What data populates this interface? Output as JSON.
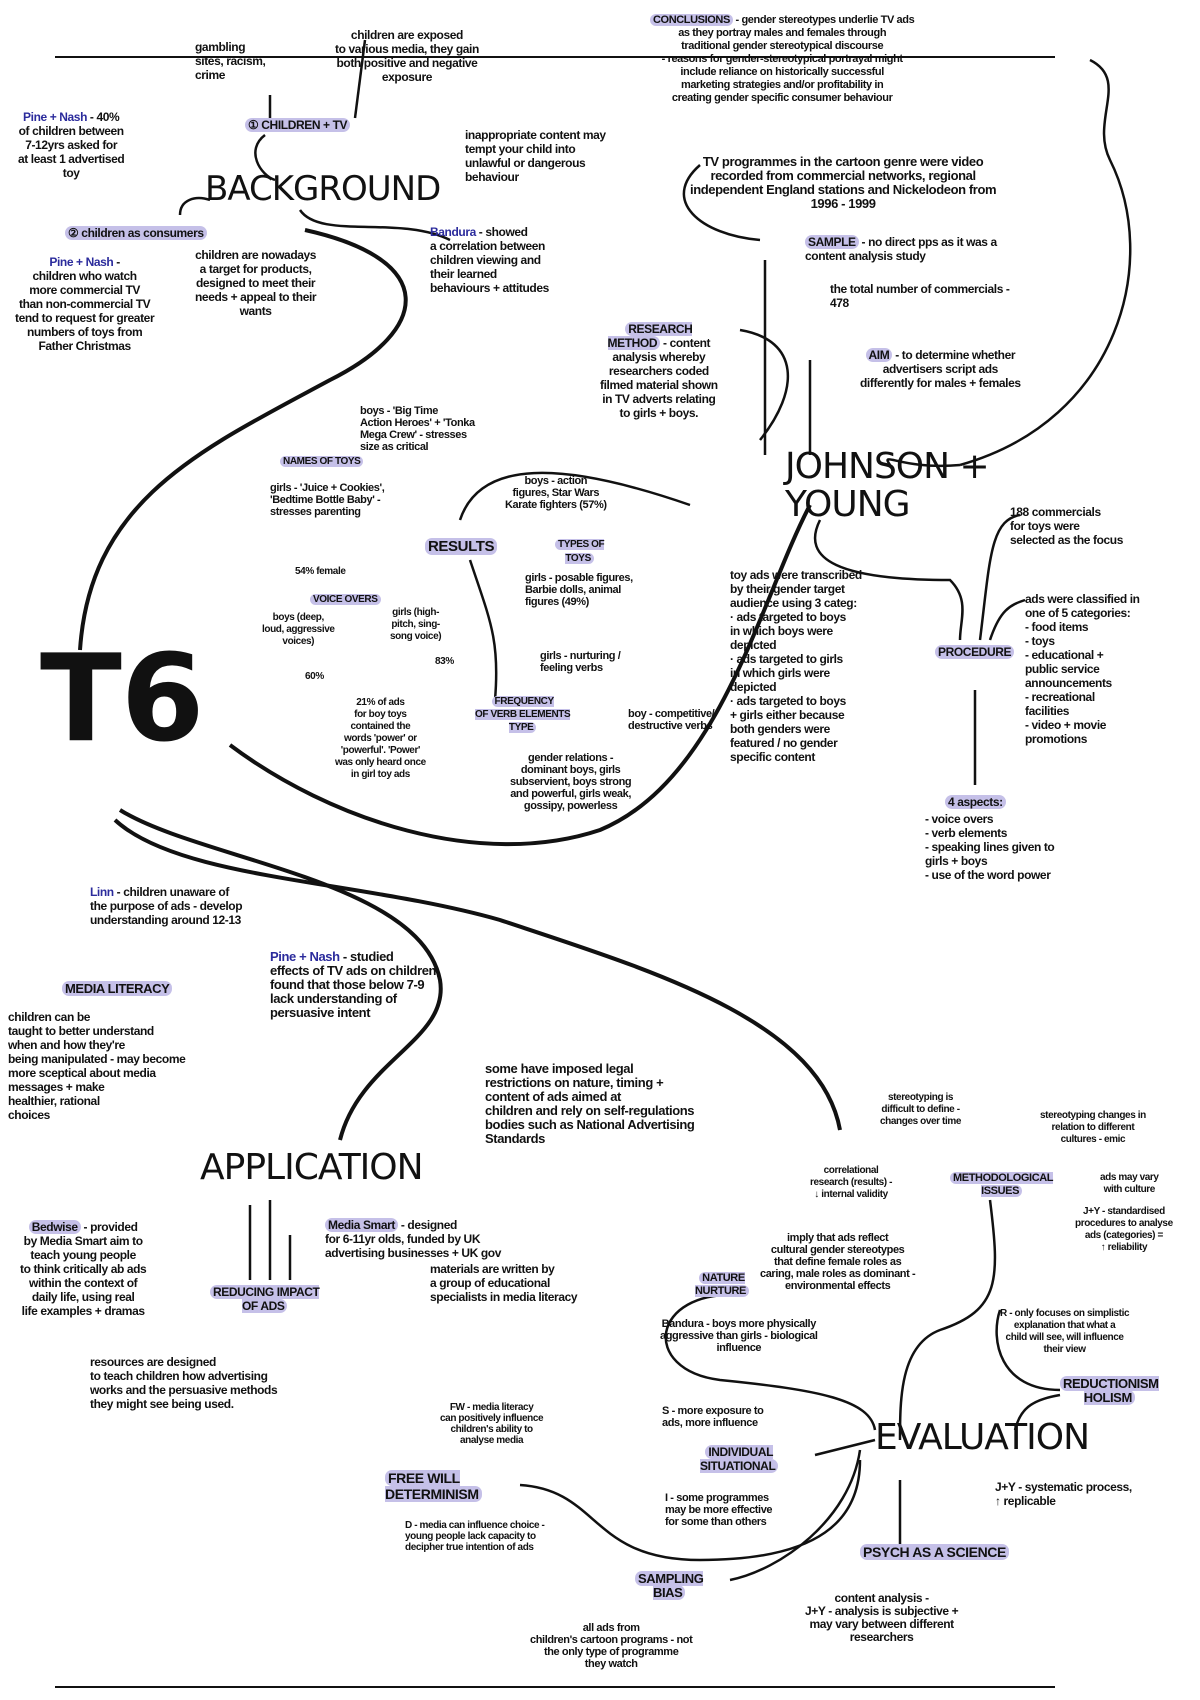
{
  "title": "T6",
  "background": {
    "heading": "BACKGROUND",
    "gambling": "gambling\nsites, racism,\ncrime",
    "exposed": "children are exposed\nto various media, they gain\nboth positive and negative\nexposure",
    "children_tv": "① children + TV",
    "inappropriate": "inappropriate content may\ntempt your child into\nunlawful or dangerous\nbehaviour",
    "pine_nash_1_name": "Pine + Nash",
    "pine_nash_1_text": " - 40%\nof children between\n7-12yrs asked for\nat least 1 advertised\ntoy",
    "children_consumers": "② children as consumers",
    "pine_nash_2_name": "Pine + Nash",
    "pine_nash_2_text": " -\nchildren who watch\nmore commercial TV\nthan non-commercial TV\ntend to request for greater\nnumbers of toys from\nFather Christmas",
    "nowadays": "children are nowadays\na target for products,\ndesigned to meet their\nneeds + appeal to their\nwants",
    "bandura_name": "Bandura",
    "bandura_text": " - showed\na correlation between\nchildren viewing and\ntheir learned\nbehaviours + attitudes"
  },
  "johnson_young": {
    "heading": "JOHNSON +\nYOUNG",
    "conclusions_label": "Conclusions",
    "conclusions_text": " - gender stereotypes underlie TV ads\nas they portray males and females through\ntraditional gender stereotypical discourse\n- reasons for gender-stereotypical portrayal might\ninclude reliance on historically successful\nmarketing strategies and/or profitability in\ncreating gender specific consumer behaviour",
    "tv_programmes": "TV programmes in the cartoon genre were video\nrecorded from commercial networks, regional\nindependent England stations and Nickelodeon from\n1996 - 1999",
    "sample_label": "Sample",
    "sample_text": " - no direct pps as it was a\ncontent analysis study",
    "total": "the total number of commercials -\n478",
    "method_label": "Research\nMethod",
    "method_text": " - content\nanalysis whereby\nresearchers coded\nfilmed material shown\nin TV adverts relating\nto girls + boys.",
    "aim_label": "Aim",
    "aim_text": " - to determine whether\nadvertisers script ads\ndifferently for males + females",
    "commercials_188": "188 commercials\nfor toys were\nselected as the focus",
    "transcribed": "toy ads were transcribed\nby their gender target\naudience using 3 categ:\n· ads targeted to boys\nin which boys were\ndepicted\n· ads targeted to girls\nin which girls were\ndepicted\n· ads targeted to boys\n+ girls either because\nboth genders were\nfeatured / no gender\nspecific content",
    "procedure": "Procedure",
    "classified": "ads were classified in\none of 5 categories:\n- food items\n- toys\n- educational +\npublic service\nannouncements\n- recreational\nfacilities\n- video + movie\npromotions",
    "aspects_label": "4 aspects:",
    "aspects": "- voice overs\n- verb elements\n- speaking lines given to\ngirls + boys\n- use of the word power",
    "results": "Results",
    "names_of_toys": "Names of toys",
    "boys_names": "boys - 'Big Time\nAction Heroes' + 'Tonka\nMega Crew' - stresses\nsize as critical",
    "girls_names": "girls - 'Juice + Cookies',\n'Bedtime Bottle Baby' -\nstresses parenting",
    "boys_toys": "boys - action\nfigures, Star Wars\nKarate fighters (57%)",
    "types_of_toys": "Types of\ntoys",
    "girls_toys": "girls - posable figures,\nBarbie dolls, animal\nfigures (49%)",
    "female_54": "54% female",
    "voice_overs": "Voice overs",
    "boys_voice": "boys (deep,\nloud, aggressive\nvoices)",
    "pct_60": "60%",
    "girls_voice": "girls (high-\npitch, sing-\nsong voice)",
    "pct_83": "83%",
    "girls_verbs": "girls - nurturing /\nfeeling verbs",
    "frequency": "Frequency\nof verb elements\ntype",
    "boy_verbs": "boy - competitive/\ndestructive verbs",
    "gender_relations": "gender relations -\ndominant boys, girls\nsubservient, boys strong\nand powerful, girls weak,\ngossipy, powerless",
    "power_21": "21% of ads\nfor boy toys\ncontained the\nwords 'power' or\n'powerful'. 'Power'\nwas only heard once\nin girl toy ads"
  },
  "application": {
    "heading": "APPLICATION",
    "linn_name": "Linn",
    "linn_text": " - children unaware of\nthe purpose of ads - develop\nunderstanding around 12-13",
    "pine_nash_name": "Pine + Nash",
    "pine_nash_text": " - studied\neffects of TV ads on children,\nfound that those below 7-9\nlack understanding of\npersuasive intent",
    "media_literacy": "Media literacy",
    "taught": "children can be\ntaught to better understand\nwhen and how they're\nbeing manipulated - may become\nmore sceptical about media\nmessages + make\nhealthier, rational\nchoices",
    "legal": "some have imposed legal\nrestrictions on nature, timing +\ncontent of ads aimed at\nchildren and rely on self-regulations\nbodies such as National Advertising\nStandards",
    "bedwise_name": "Bedwise",
    "bedwise_text": " - provided\nby Media Smart aim to\nteach young people\nto think critically ab ads\nwithin the context of\ndaily life, using real\nlife examples + dramas",
    "reducing": "Reducing impact\nof ads",
    "media_smart_name": "Media Smart",
    "media_smart_text": " - designed\nfor 6-11yr olds, funded by UK\nadvertising businesses + UK gov",
    "materials": "materials are written by\na group of educational\nspecialists in media literacy",
    "resources": "resources are designed\nto teach children how advertising\nworks and the persuasive methods\nthey might see being used."
  },
  "evaluation": {
    "heading": "EVALUATION",
    "stereo_difficult": "stereotyping is\ndifficult to define -\nchanges over time",
    "stereo_changes": "stereotyping changes in\nrelation to different\ncultures - emic",
    "correlational": "correlational\nresearch (results) -\n↓ internal validity",
    "methodological": "Methodological\nissues",
    "vary_culture": "ads may vary\nwith culture",
    "standardised": "J+Y - standardised\nprocedures to analyse\nads (categories) =\n↑ reliability",
    "imply": "imply that ads reflect\ncultural gender stereotypes\nthat define female roles as\ncaring, male roles as dominant -\nenvironmental effects",
    "nature_nurture": "Nature\nnurture",
    "bandura": "Bandura - boys more physically\naggressive than girls - biological\ninfluence",
    "r_only": "R - only focuses on simplistic\nexplanation that what a\nchild will see, will influence\ntheir view",
    "reductionism": "Reductionism\nholism",
    "s_more": "S - more exposure to\nads, more influence",
    "individual": "Individual\nsituational",
    "i_some": "I - some programmes\nmay be more effective\nfor some than others",
    "fw": "FW - media literacy\ncan positively influence\nchildren's ability to\nanalyse media",
    "free_will": "Free will\ndeterminism",
    "d_media": "D - media can influence choice -\nyoung people lack capacity to\ndecipher true intention of ads",
    "systematic": "J+Y - systematic process,\n↑ replicable",
    "sampling_bias": "Sampling\nbias",
    "all_ads": "all ads from\nchildren's cartoon programs - not\nthe only type of programme\nthey watch",
    "psych_science": "Psych as a science",
    "content_analysis": "content analysis -\nJ+Y - analysis is subjective +\nmay vary between different\nresearchers"
  }
}
